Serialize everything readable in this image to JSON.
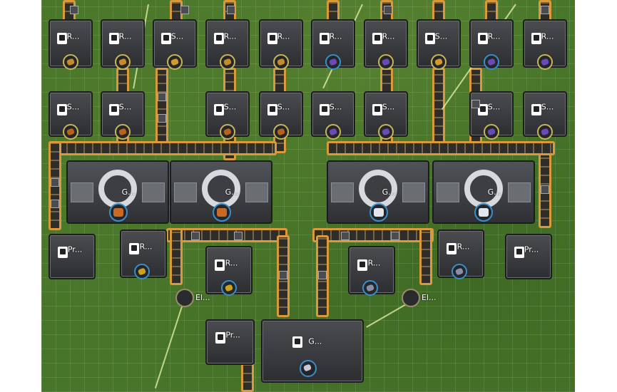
{
  "scene": {
    "refiners_top": [
      "R...",
      "R...",
      "S...",
      "R...",
      "R...",
      "R...",
      "R...",
      "S...",
      "R...",
      "R..."
    ],
    "smelters_row2": [
      "S...",
      "S...",
      "S...",
      "S...",
      "S...",
      "S...",
      "S...",
      "S..."
    ],
    "generators": [
      "G...",
      "G...",
      "G...",
      "G..."
    ],
    "left_pr": "Pr...",
    "right_pr": "Pr...",
    "mid_r": [
      "R...",
      "R...",
      "R...",
      "R..."
    ],
    "poles": [
      "El...",
      "El..."
    ],
    "bottom_pr": "Pr...",
    "bottom_g": "G..."
  },
  "colors": {
    "belt_edge": "#d89a3a",
    "ore_amber": "#c78a2a",
    "ore_purple": "#6a4bb5",
    "ore_copper": "#b8621c",
    "ore_white": "#e4e6ee"
  }
}
